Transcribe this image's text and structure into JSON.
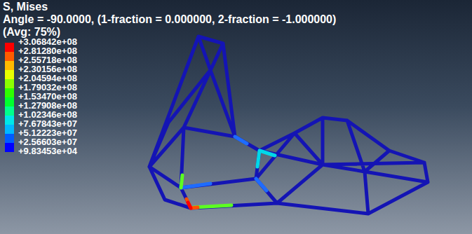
{
  "diagram": {
    "title": "S, Mises",
    "labels": [
      "Angle = -90.0000, (1-fraction = 0.000000, 2-fraction = -1.000000)",
      "(Avg: 75%)",
      "+9.83453e+04"
    ],
    "legend": [
      {
        "text": "+3.06842e+08",
        "color": "#ff0000"
      },
      {
        "text": "+2.81280e+08",
        "color": "#ff5c00"
      },
      {
        "text": "+2.55718e+08",
        "color": "#ffb900"
      },
      {
        "text": "+2.30156e+08",
        "color": "#e8ff00"
      },
      {
        "text": "+2.04594e+08",
        "color": "#8bff00"
      },
      {
        "text": "+1.79032e+08",
        "color": "#2eff00"
      },
      {
        "text": "+1.53470e+08",
        "color": "#00ff2e"
      },
      {
        "text": "+1.27908e+08",
        "color": "#00ff8b"
      },
      {
        "text": "+1.02346e+08",
        "color": "#00e8e8"
      },
      {
        "text": "+7.67843e+07",
        "color": "#00b9ff"
      },
      {
        "text": "+5.12223e+07",
        "color": "#005cff"
      },
      {
        "text": "+2.56603e+07",
        "color": "#0000ff"
      }
    ]
  }
}
